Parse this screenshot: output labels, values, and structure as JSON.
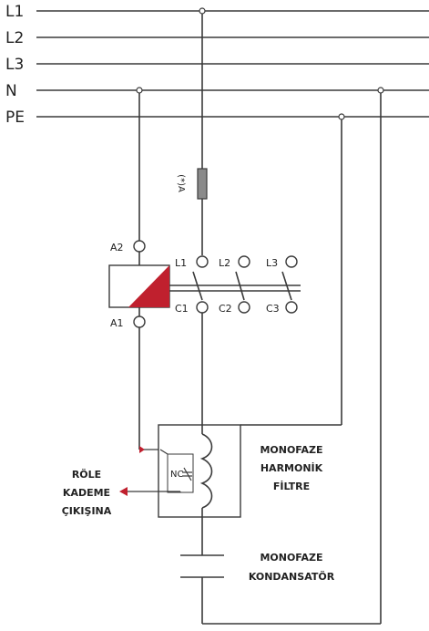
{
  "buses": {
    "l1": "L1",
    "l2": "L2",
    "l3": "L3",
    "n": "N",
    "pe": "PE"
  },
  "fuse_label": "(*)A",
  "coil": {
    "a1": "A1",
    "a2": "A2",
    "accent_color": "#c0202e"
  },
  "contactor": {
    "inputs": [
      "L1",
      "L2",
      "L3"
    ],
    "outputs": [
      "C1",
      "C2",
      "C3"
    ]
  },
  "filter": {
    "nc_label": "NC",
    "title_lines": [
      "MONOFAZE",
      "HARMONİK",
      "FİLTRE"
    ]
  },
  "relay_output": {
    "lines": [
      "RÖLE",
      "KADEME",
      "ÇIKIŞINA"
    ],
    "arrow_color": "#c0202e"
  },
  "capacitor": {
    "title_lines": [
      "MONOFAZE",
      "KONDANSATÖR"
    ]
  }
}
